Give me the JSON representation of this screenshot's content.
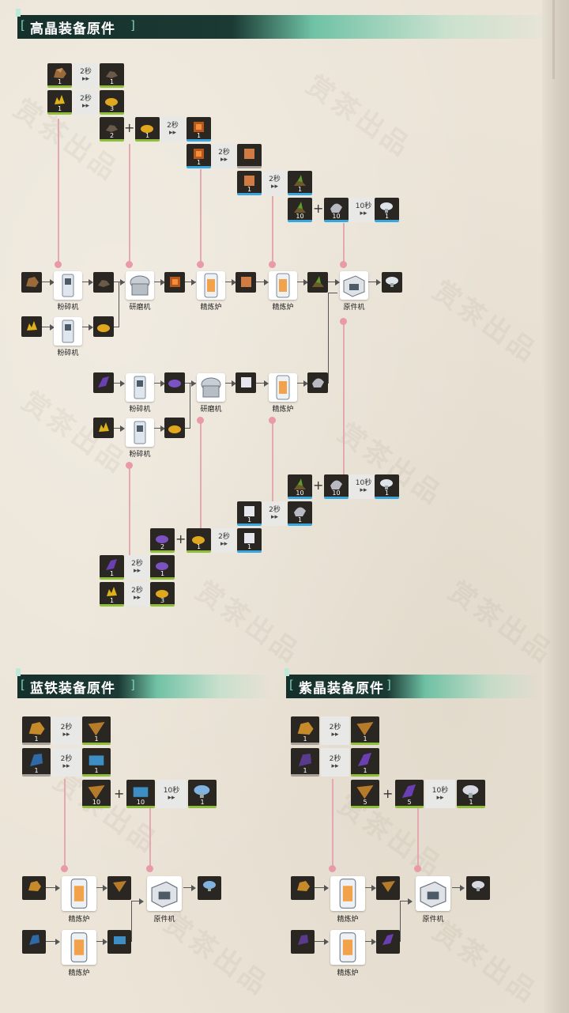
{
  "sections": {
    "high": {
      "title": "高晶装备原件"
    },
    "blue": {
      "title": "蓝铁装备原件"
    },
    "purple": {
      "title": "紫晶装备原件"
    }
  },
  "watermark": "赏茶出品",
  "time_labels": {
    "t2": "2秒",
    "t10": "10秒"
  },
  "machines": {
    "crusher": "粉碎机",
    "grinder": "研磨机",
    "refiner": "精炼炉",
    "fabricator": "原件机"
  },
  "counts": {
    "c1": "1",
    "c2": "2",
    "c3": "3",
    "c5": "5",
    "c10": "10"
  },
  "icons": {
    "ore_brown": "brown-ore-icon",
    "gold_sand": "gold-sand-icon",
    "gold_powder": "gold-powder-icon",
    "amber_cube": "amber-cube-icon",
    "copper_cube": "copper-cube-icon",
    "plant": "plant-icon",
    "crystal_shell": "crystal-shell-icon",
    "part": "equipment-part-icon",
    "purple_crystal": "purple-crystal-icon",
    "purple_powder": "purple-powder-icon",
    "white_cube": "white-cube-icon",
    "blue_ore": "blue-ore-icon",
    "blue_ingot": "blue-ingot-icon",
    "amber_shard": "amber-shard-icon"
  },
  "colors": {
    "green_quality": "#8fbe3a",
    "blue_quality": "#38a6df",
    "link_pink": "#e89aa6",
    "header_dark": "#16302b",
    "header_teal": "#62bea0"
  }
}
